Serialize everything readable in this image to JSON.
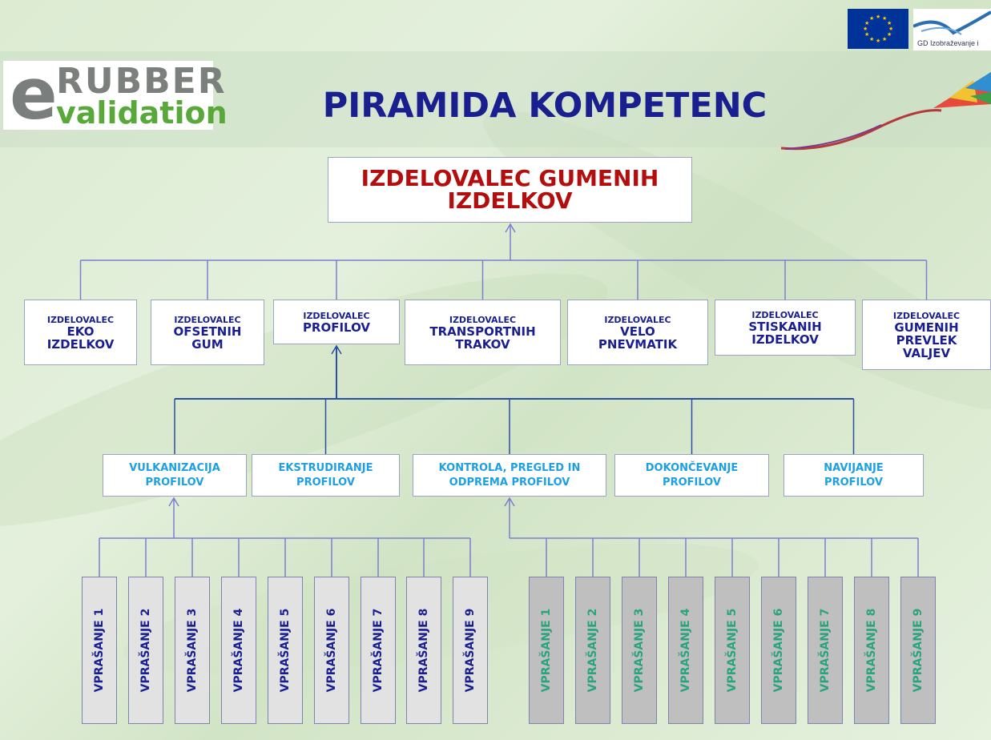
{
  "header": {
    "title": "PIRAMIDA KOMPETENC",
    "logo_e": "e",
    "logo_rubber": "RUBBER",
    "logo_validation": "validation",
    "partner_logo_text": "GD Izobraževanje i"
  },
  "root": {
    "line1": "IZDELOVALEC GUMENIH",
    "line2": "IZDELKOV"
  },
  "occupations": [
    {
      "prefix": "IZDELOVALEC",
      "lines": [
        "EKO",
        "IZDELKOV"
      ]
    },
    {
      "prefix": "IZDELOVALEC",
      "lines": [
        "OFSETNIH",
        "GUM"
      ]
    },
    {
      "prefix": "IZDELOVALEC",
      "lines": [
        "PROFILOV"
      ]
    },
    {
      "prefix": "IZDELOVALEC",
      "lines": [
        "TRANSPORTNIH",
        "TRAKOV"
      ]
    },
    {
      "prefix": "IZDELOVALEC",
      "lines": [
        "VELO",
        "PNEVMATIK"
      ]
    },
    {
      "prefix": "IZDELOVALEC",
      "lines": [
        "STISKANIH",
        "IZDELKOV"
      ]
    },
    {
      "prefix": "IZDELOVALEC",
      "lines": [
        "GUMENIH",
        "PREVLEK",
        "VALJEV"
      ]
    }
  ],
  "competences": [
    {
      "lines": [
        "VULKANIZACIJA",
        "PROFILOV"
      ]
    },
    {
      "lines": [
        "EKSTRUDIRANJE",
        "PROFILOV"
      ]
    },
    {
      "lines": [
        "KONTROLA, PREGLED IN",
        "ODPREMA PROFILOV"
      ]
    },
    {
      "lines": [
        "DOKONČEVANJE",
        "PROFILOV"
      ]
    },
    {
      "lines": [
        "NAVIJANJE",
        "PROFILOV"
      ]
    }
  ],
  "questions_left": [
    "VPRAŠANJE 1",
    "VPRAŠANJE 2",
    "VPRAŠANJE 3",
    "VPRAŠANJE 4",
    "VPRAŠANJE 5",
    "VPRAŠANJE 6",
    "VPRAŠANJE 7",
    "VPRAŠANJE 8",
    "VPRAŠANJE 9"
  ],
  "questions_right": [
    "VPRAŠANJE 1",
    "VPRAŠANJE 2",
    "VPRAŠANJE 3",
    "VPRAŠANJE 4",
    "VPRAŠANJE 5",
    "VPRAŠANJE 6",
    "VPRAŠANJE 7",
    "VPRAŠANJE 8",
    "VPRAŠANJE 9"
  ],
  "colors": {
    "title": "#1a1f8f",
    "root_text": "#b30d0d",
    "competence_text": "#1ea0e0",
    "question_left_text": "#1a1f8f",
    "question_right_text": "#2aa37e",
    "connector": "#7b7fd0",
    "connector_dark": "#2a4ea0"
  }
}
